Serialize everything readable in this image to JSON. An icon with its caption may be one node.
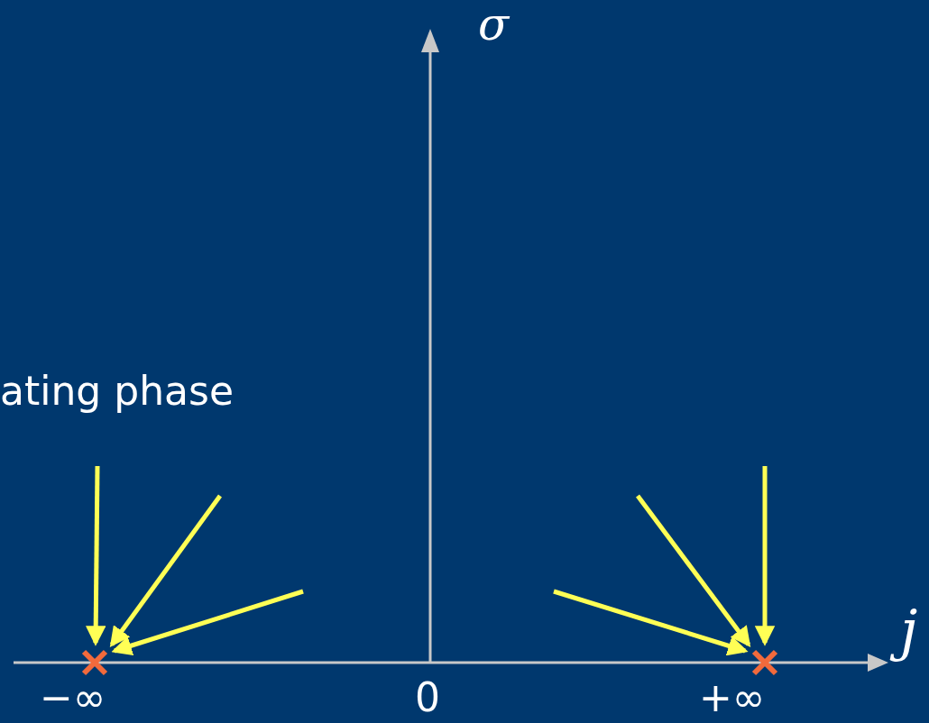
{
  "diagram": {
    "nodes": [
      {
        "text": [],
        "shape": "cross"
      },
      {
        "text": [],
        "shape": "cross"
      }
    ],
    "edges": [
      {
        "from": null,
        "to": 0,
        "arrow": "to"
      },
      {
        "from": null,
        "to": 0,
        "arrow": "to"
      },
      {
        "from": null,
        "to": 0,
        "arrow": "to"
      },
      {
        "from": null,
        "to": 1,
        "arrow": "to"
      },
      {
        "from": null,
        "to": 1,
        "arrow": "to"
      },
      {
        "from": null,
        "to": 1,
        "arrow": "to"
      }
    ],
    "labels": [
      "σ",
      "ating phase",
      "j",
      "−∞",
      "0",
      "+∞"
    ]
  }
}
